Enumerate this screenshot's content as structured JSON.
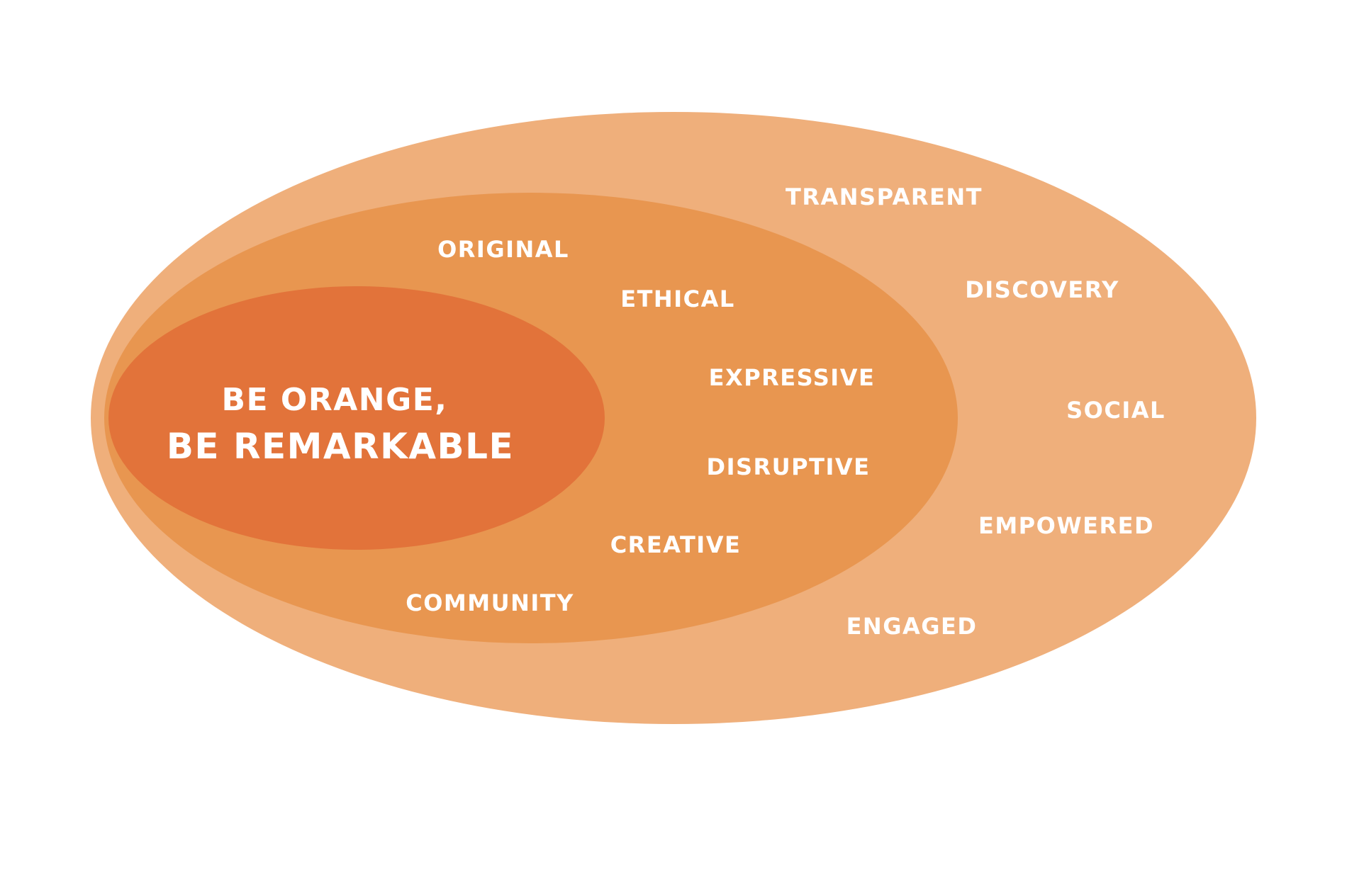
{
  "colors": {
    "background": "#ffffff",
    "outer_ring": "#efaf7b",
    "middle_ring": "#e89650",
    "core": "#e2733a",
    "text": "#ffffff"
  },
  "core": {
    "line1": "BE ORANGE,",
    "line2": "BE REMARKABLE"
  },
  "middle_words": {
    "original": "ORIGINAL",
    "ethical": "ETHICAL",
    "expressive": "EXPRESSIVE",
    "disruptive": "DISRUPTIVE",
    "creative": "CREATIVE",
    "community": "COMMUNITY"
  },
  "outer_words": {
    "transparent": "TRANSPARENT",
    "discovery": "DISCOVERY",
    "social": "SOCIAL",
    "empowered": "EMPOWERED",
    "engaged": "ENGAGED"
  }
}
